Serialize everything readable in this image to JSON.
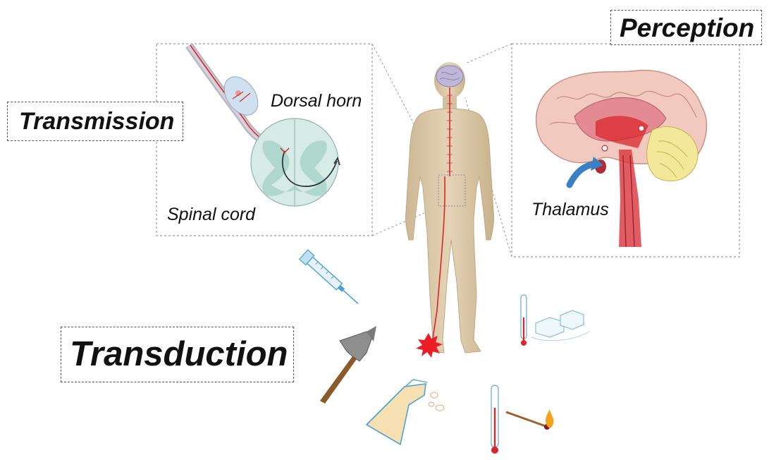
{
  "labels": {
    "perception": "Perception",
    "transmission": "Transmission",
    "transduction": "Transduction",
    "dorsal_horn": "Dorsal horn",
    "spinal_cord": "Spinal cord",
    "thalamus": "Thalamus"
  },
  "colors": {
    "skin": "#dcc9a8",
    "nerve": "#d9262b",
    "brain_pink": "#f2c9be",
    "cerebellum": "#f3e79a",
    "cord_green": "#d7ebe6",
    "thalamus_arrow": "#3a80c6",
    "burst": "#ee1c24"
  },
  "icons": [
    "syringe-icon",
    "hammer-icon",
    "thermometer-icon",
    "ice-cubes-icon",
    "chemical-flask-icon",
    "burning-match-icon",
    "pain-burst-icon"
  ]
}
